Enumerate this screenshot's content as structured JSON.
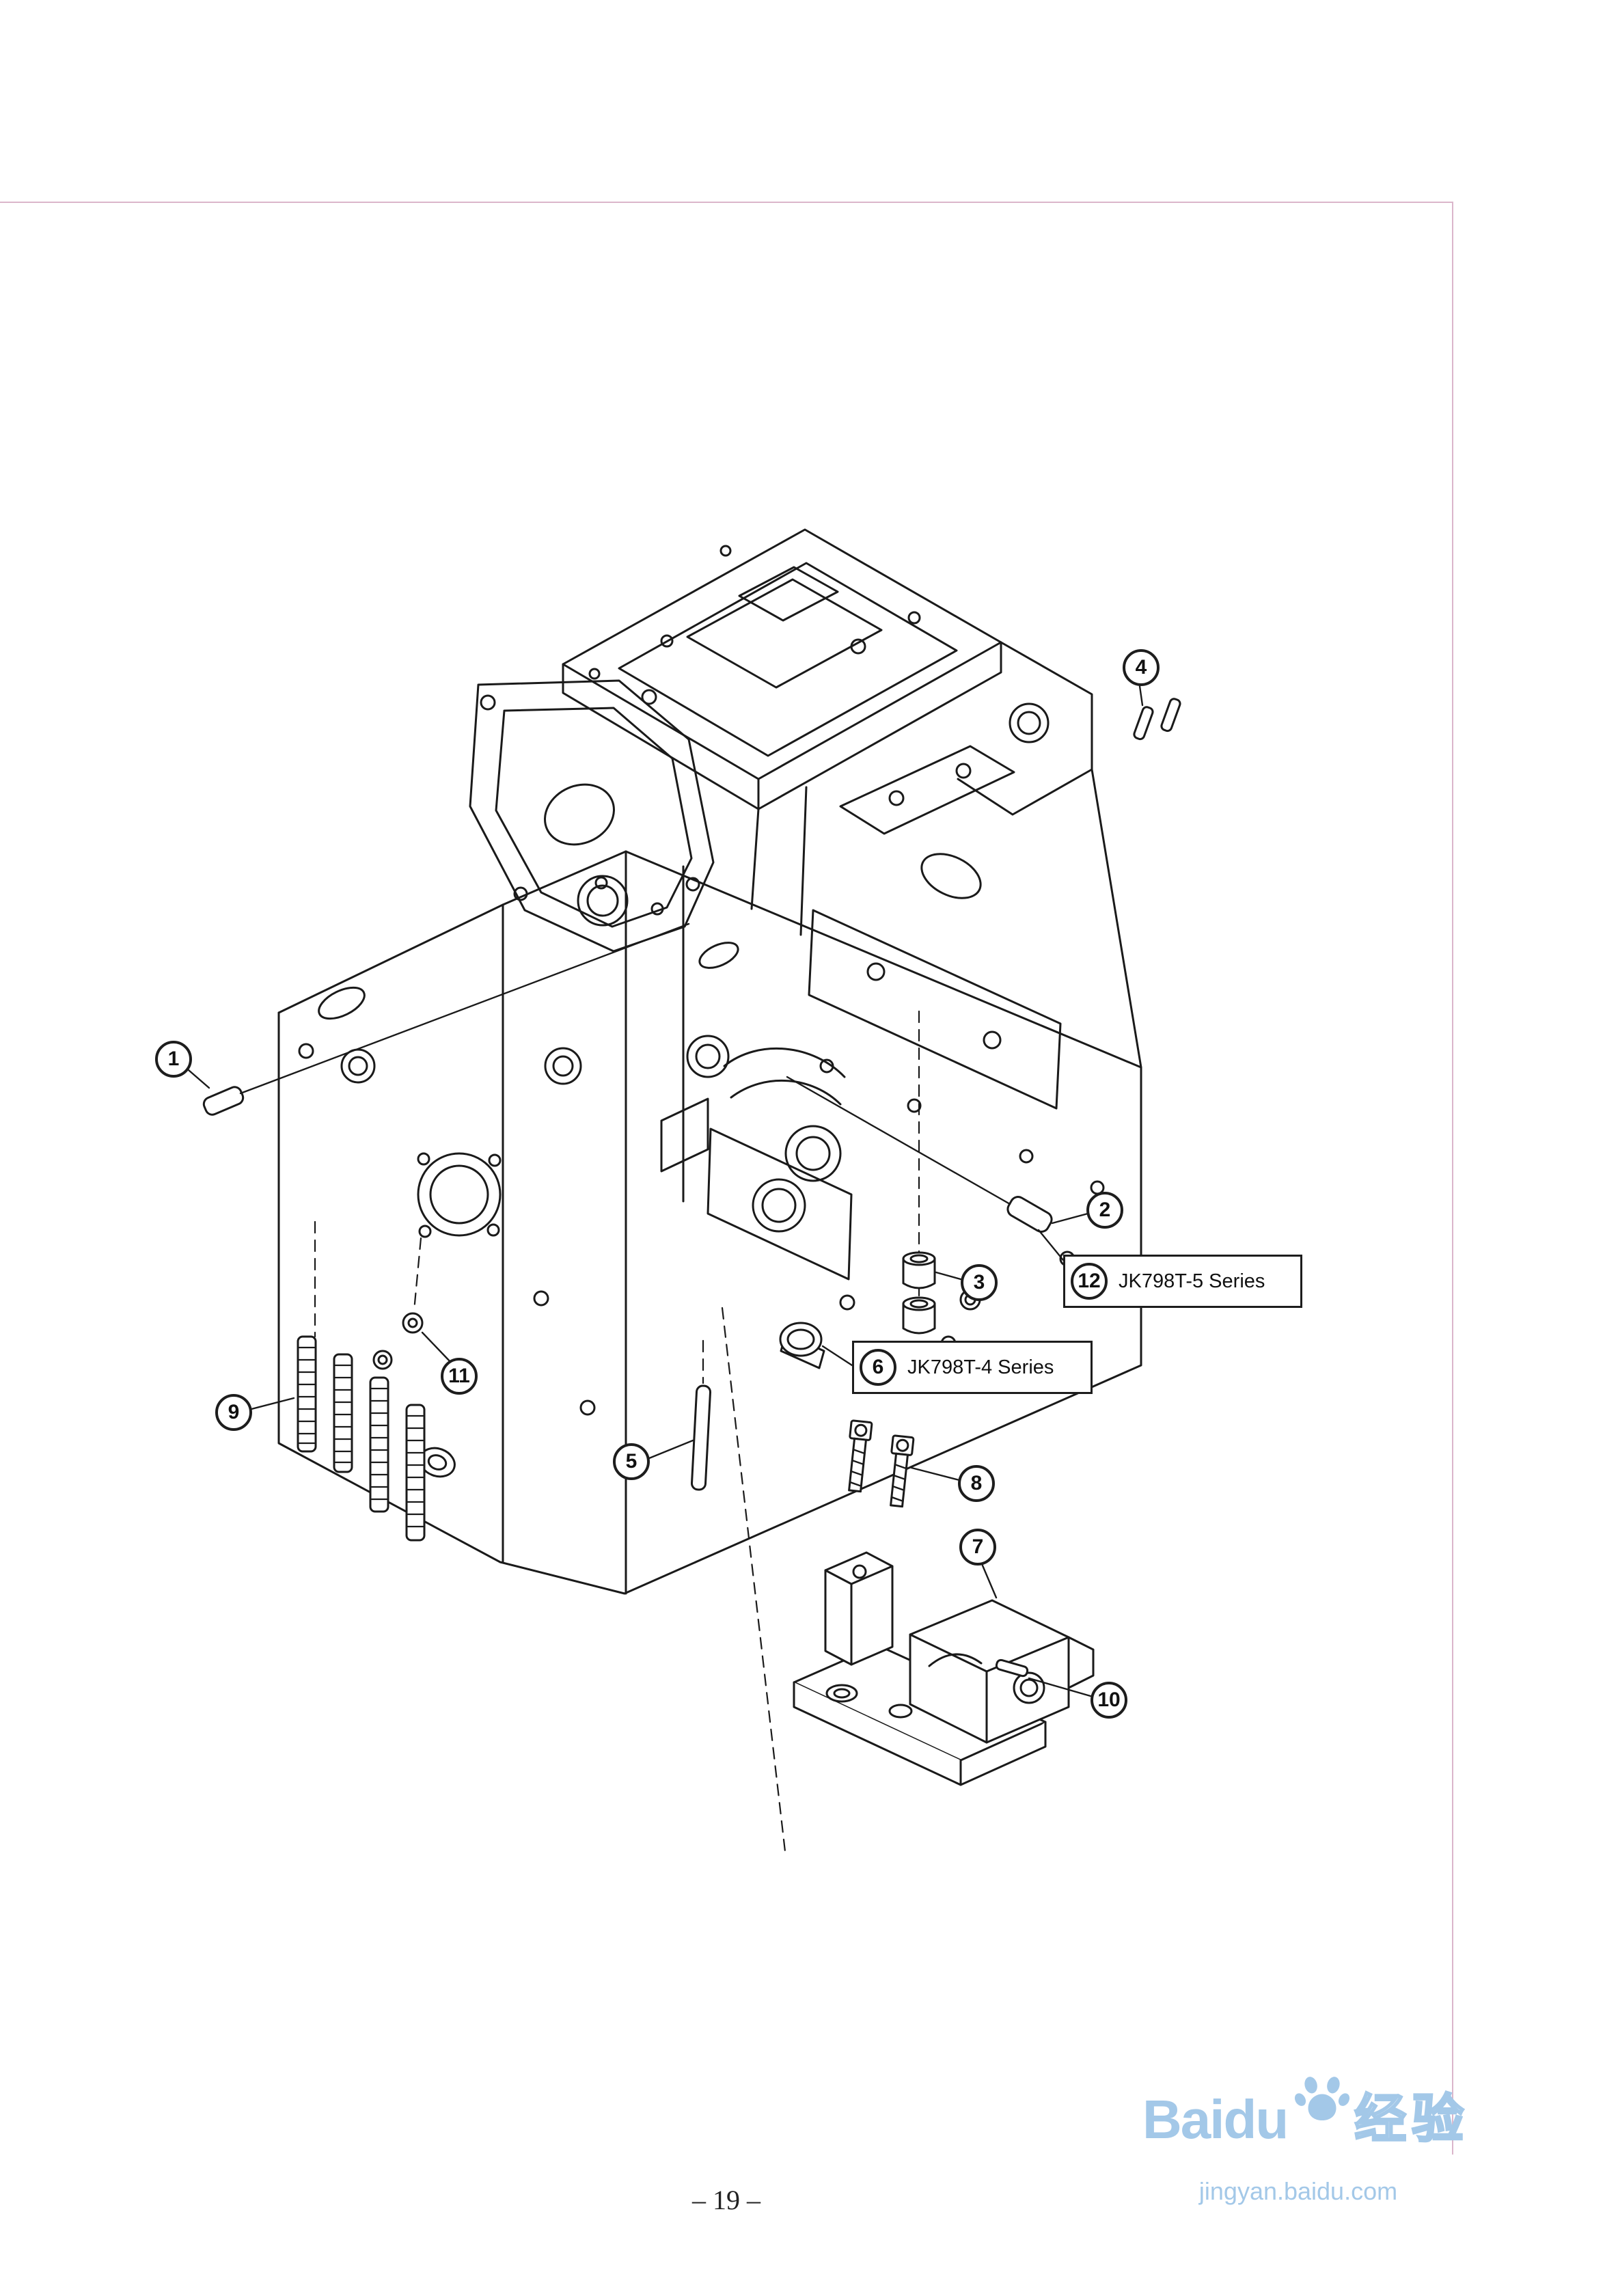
{
  "page": {
    "number": "– 19 –"
  },
  "diagram": {
    "callouts": [
      "1",
      "2",
      "3",
      "4",
      "5",
      "6",
      "7",
      "8",
      "9",
      "10",
      "11",
      "12"
    ],
    "series_boxes": {
      "jk798t5": "JK798T-5 Series",
      "jk798t4": "JK798T-4 Series"
    }
  },
  "watermark": {
    "brand": "Baidu",
    "brand_cn": "经验",
    "url": "jingyan.baidu.com"
  },
  "colors": {
    "line_ink": "#1a1a1a",
    "page_border": "#dbb6cb",
    "watermark_blue": "#a3c8e8"
  }
}
